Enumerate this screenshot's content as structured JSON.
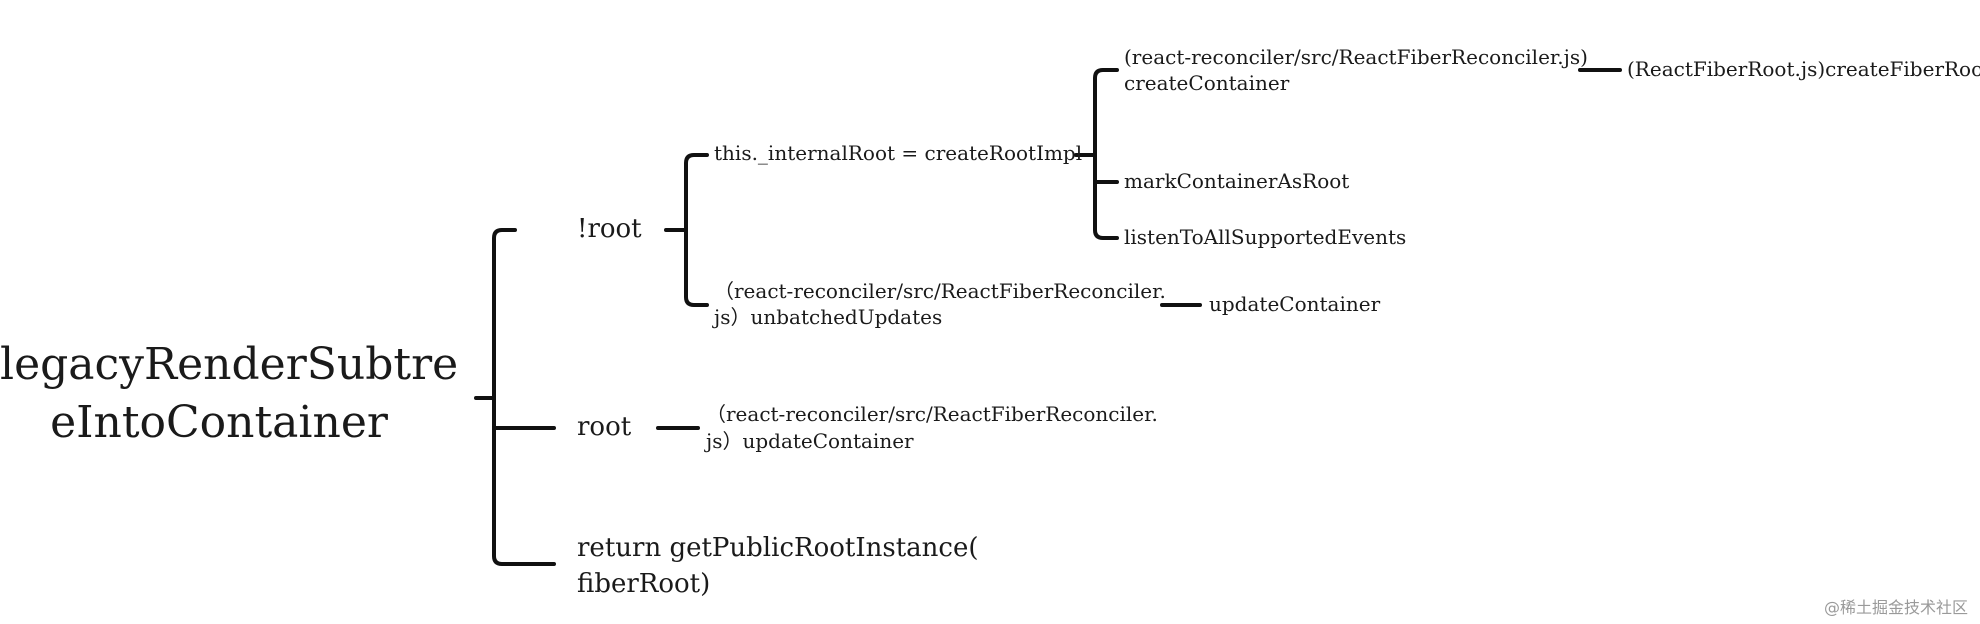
{
  "mindmap": {
    "root": {
      "line1": "legacyRenderSubtre",
      "line2": "eIntoContainer"
    },
    "branches": {
      "not_root": {
        "label": "!root",
        "internal_root": {
          "label": "this._internalRoot = createRootImpl",
          "create_container": {
            "line1": "(react-reconciler/src/ReactFiberReconciler.js)",
            "line2": "createContainer",
            "create_fiber_root": "(ReactFiberRoot.js)createFiberRoot"
          },
          "mark_container": "markContainerAsRoot",
          "listen_events": "listenToAllSupportedEvents"
        },
        "unbatched": {
          "line1": "（react-reconciler/src/ReactFiberReconciler.",
          "line2": "js）unbatchedUpdates",
          "update_container": "updateContainer"
        }
      },
      "root": {
        "label": "root",
        "update": {
          "line1": "（react-reconciler/src/ReactFiberReconciler.",
          "line2": "js）updateContainer"
        }
      },
      "return_instance": {
        "line1": "return getPublicRootInstance(",
        "line2": "fiberRoot)"
      }
    }
  },
  "watermark": "@稀土掘金技术社区"
}
